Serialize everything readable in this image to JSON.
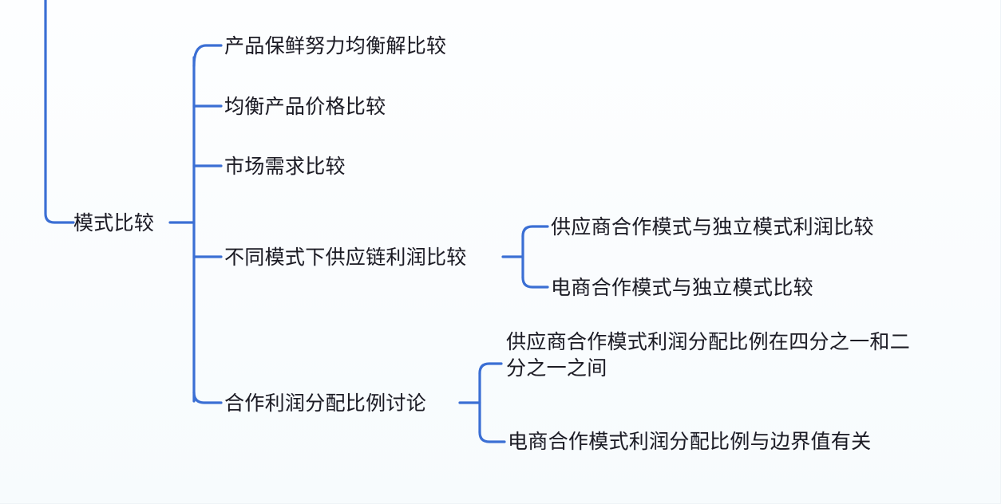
{
  "diagram": {
    "type": "mind-map",
    "title": "模式比较",
    "orientation": "left-to-right",
    "line_color": "#3b6fd4",
    "text_color": "#1c1c24",
    "background_color": "#fbfdff"
  },
  "root": {
    "label": "模式比较"
  },
  "branches": [
    {
      "id": "b1",
      "label": "产品保鲜努力均衡解比较",
      "children": []
    },
    {
      "id": "b2",
      "label": "均衡产品价格比较",
      "children": []
    },
    {
      "id": "b3",
      "label": "市场需求比较",
      "children": []
    },
    {
      "id": "b4",
      "label": "不同模式下供应链利润比较",
      "children": [
        {
          "id": "b4c1",
          "label": "供应商合作模式与独立模式利润比较"
        },
        {
          "id": "b4c2",
          "label": "电商合作模式与独立模式比较"
        }
      ]
    },
    {
      "id": "b5",
      "label": "合作利润分配比例讨论",
      "children": [
        {
          "id": "b5c1",
          "label": "供应商合作模式利润分配比例在四分之一和二分之一之间"
        },
        {
          "id": "b5c2",
          "label": "电商合作模式利润分配比例与边界值有关"
        }
      ]
    }
  ]
}
